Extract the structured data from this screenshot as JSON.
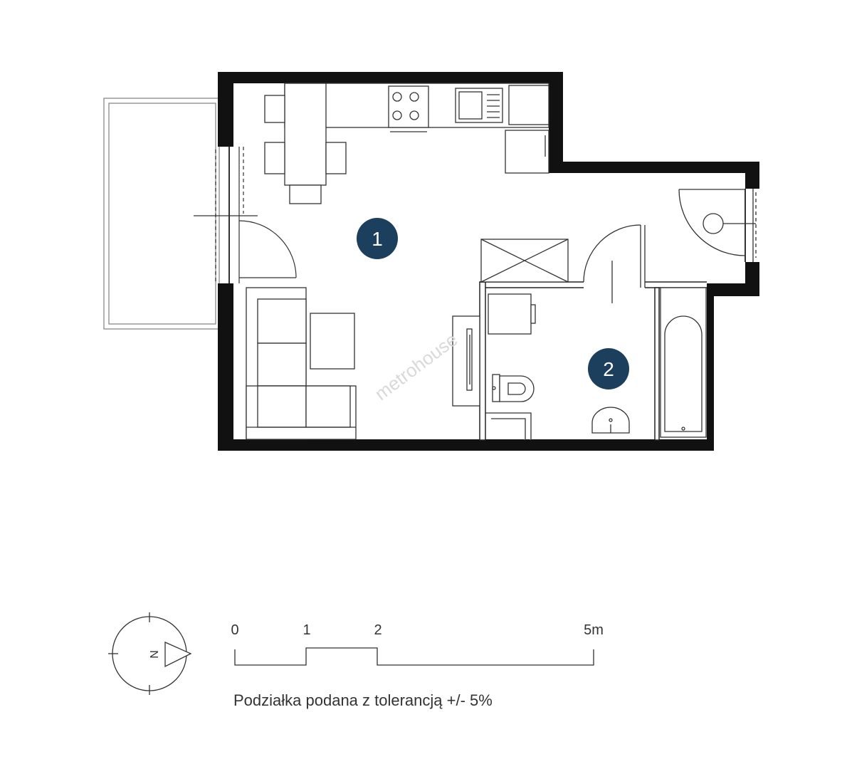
{
  "rooms": [
    {
      "number": "1"
    },
    {
      "number": "2"
    }
  ],
  "watermark": "metrohouse",
  "compass": {
    "north_label": "N"
  },
  "scale": {
    "ticks": [
      "0",
      "1",
      "2",
      "5m"
    ],
    "note": "Podziałka podana z tolerancją +/- 5%"
  },
  "colors": {
    "wall": "#111111",
    "line": "#2a2a2a",
    "room_badge": "#1b3f5c",
    "badge_text": "#ffffff",
    "watermark": "#d9d9d9"
  }
}
